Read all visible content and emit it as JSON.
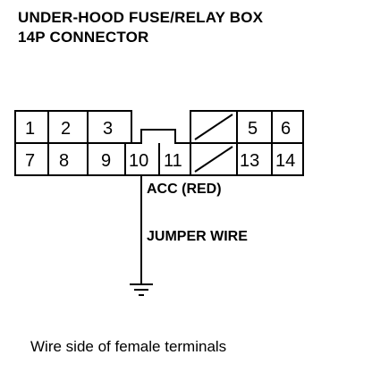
{
  "title": {
    "line1": "UNDER-HOOD FUSE/RELAY BOX",
    "line2": "14P CONNECTOR"
  },
  "connector": {
    "top_row": [
      "1",
      "2",
      "3",
      "",
      "",
      "5",
      "6"
    ],
    "bottom_row": [
      "7",
      "8",
      "9",
      "10",
      "11",
      "",
      "13",
      "14"
    ]
  },
  "labels": {
    "acc": "ACC (RED)",
    "jumper": "JUMPER WIRE"
  },
  "caption": "Wire side of female terminals",
  "colors": {
    "line": "#000000",
    "background": "#ffffff"
  },
  "icons": {
    "ground": "ground-symbol-icon"
  }
}
